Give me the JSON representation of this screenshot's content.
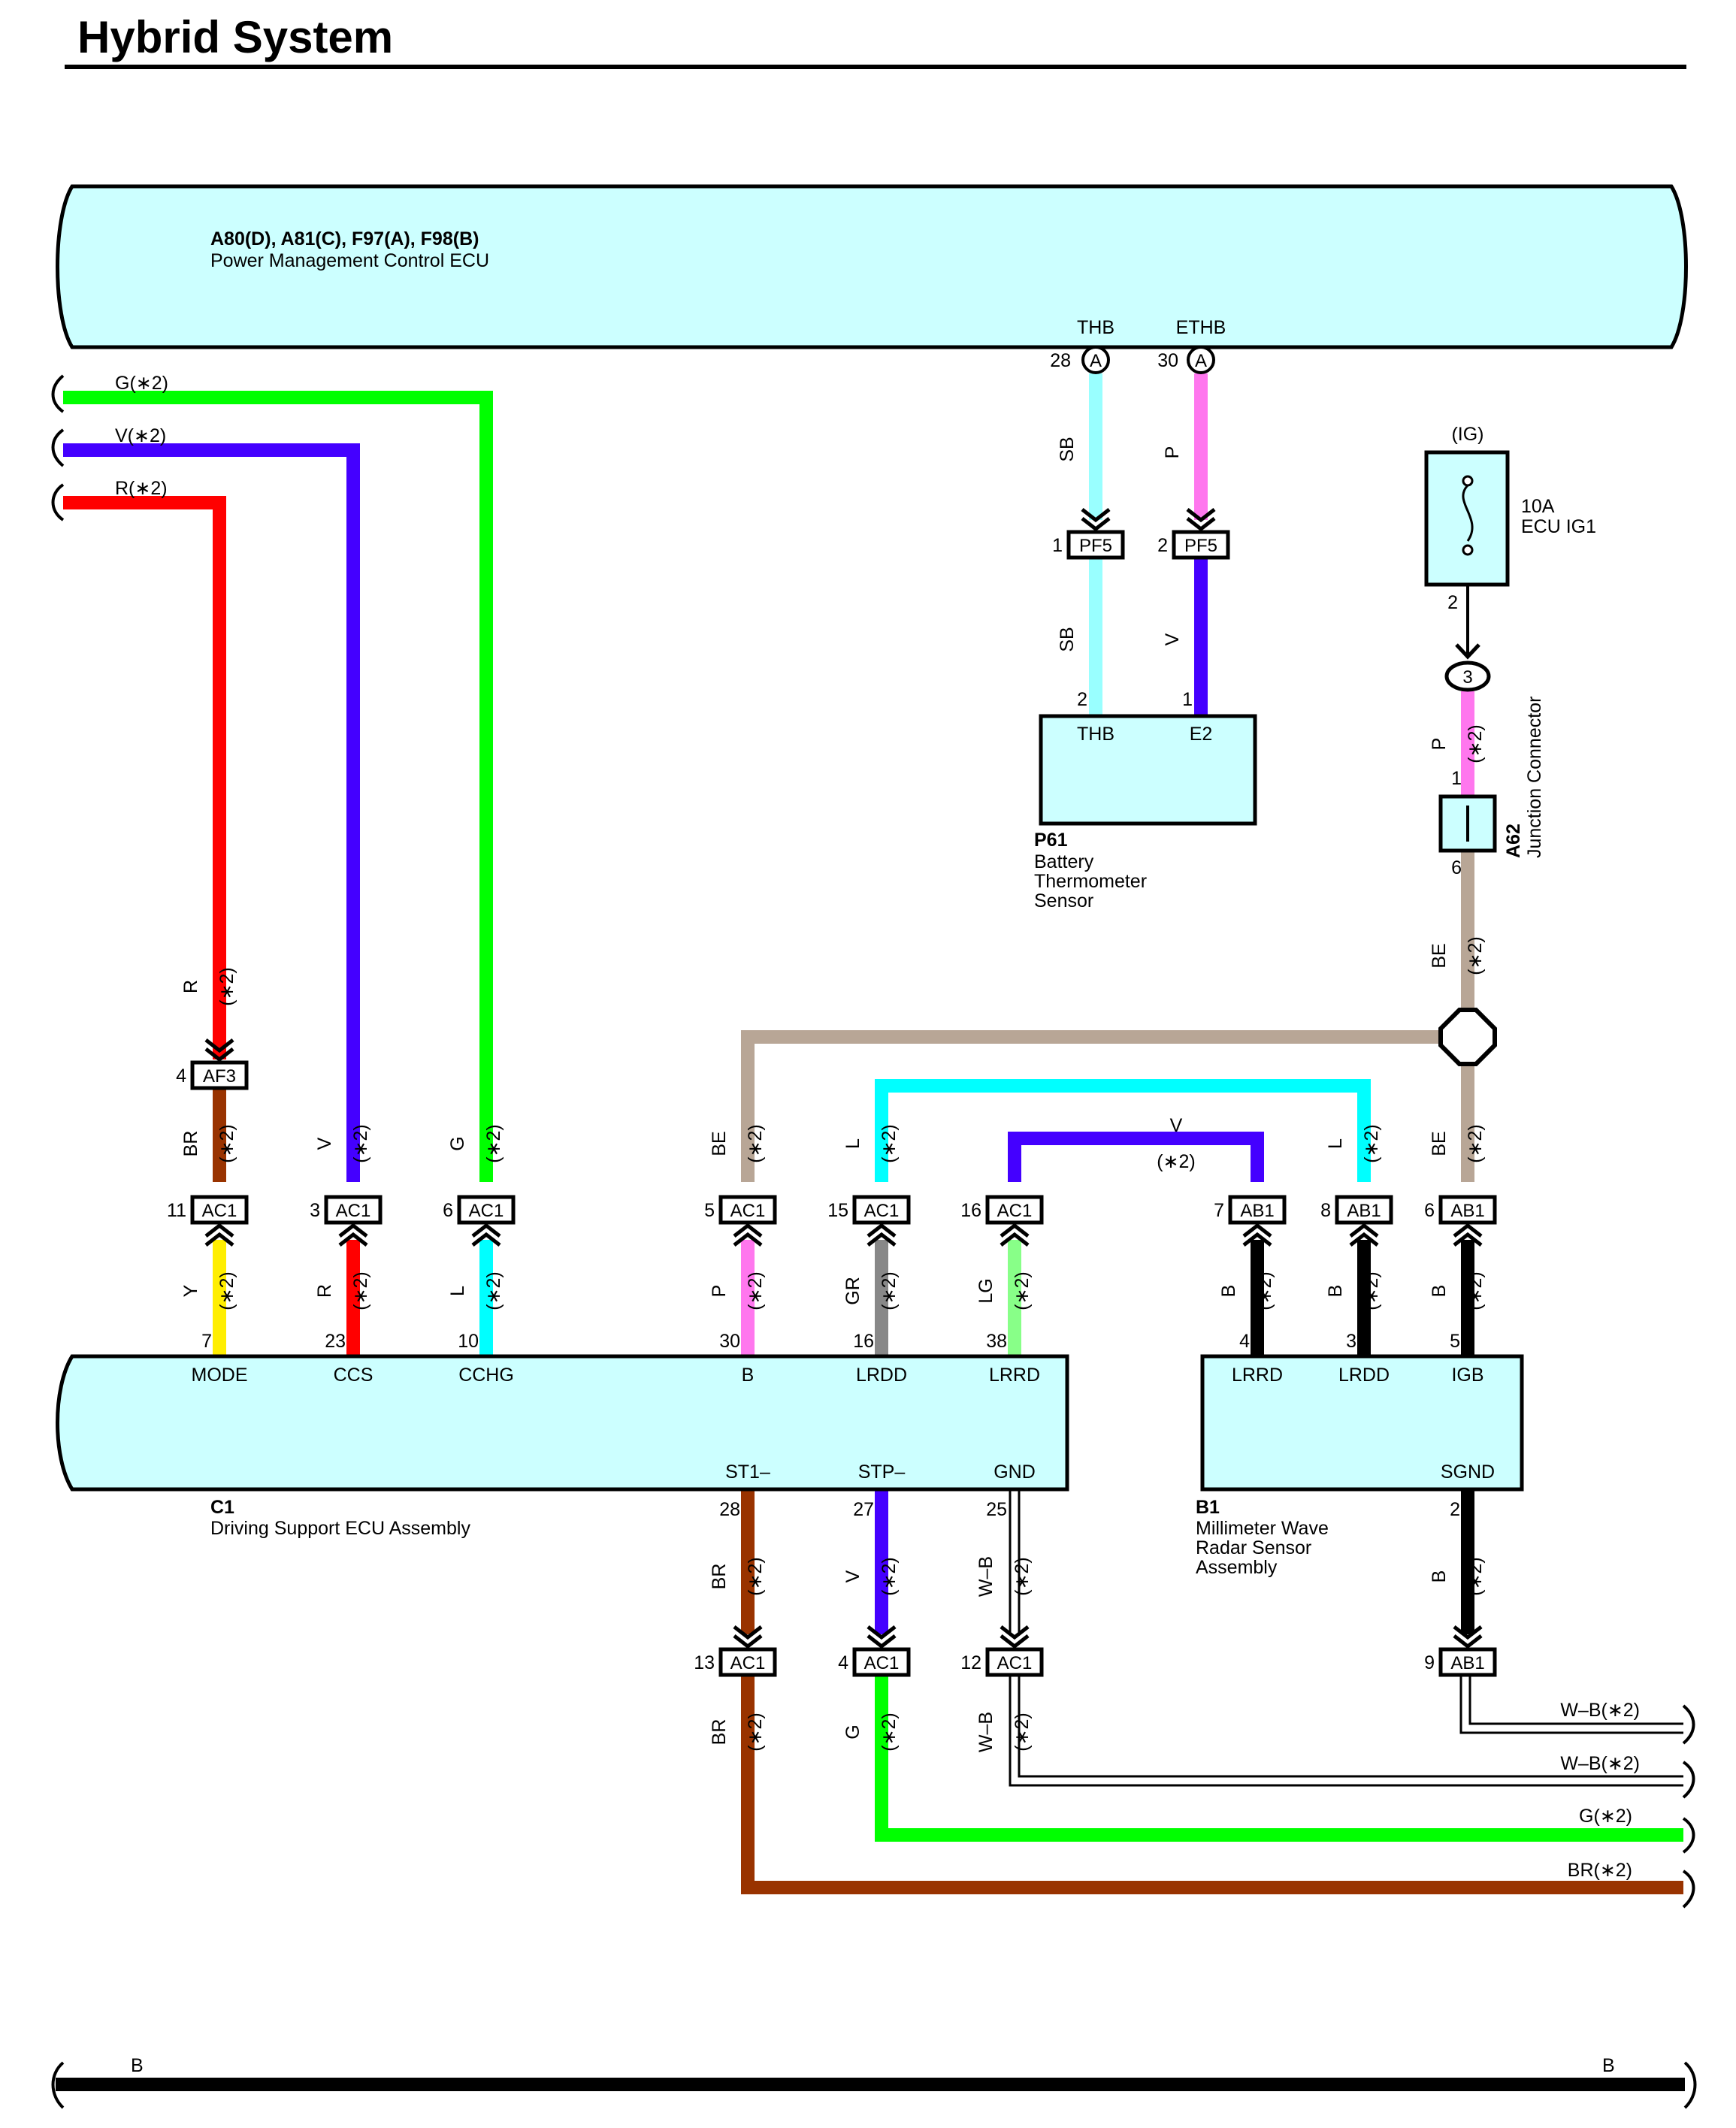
{
  "title": "Hybrid System",
  "colors": {
    "box_fill": "#ccffff",
    "wire_G": "#00ff00",
    "wire_V": "#4400ff",
    "wire_R": "#ff0000",
    "wire_SB": "#99ffff",
    "wire_P": "#ff77ee",
    "wire_L": "#00ffff",
    "wire_BR": "#993300",
    "wire_BE": "#b8a696",
    "wire_Y": "#ffee00",
    "wire_GR": "#888888",
    "wire_LG": "#88ff88",
    "wire_B": "#000000"
  },
  "components": {
    "pmc_ecu": {
      "ids": "A80(D), A81(C), F97(A), F98(B)",
      "name": "Power Management Control ECU",
      "pin_thb": "THB",
      "pin_ethb": "ETHB"
    },
    "battery_sensor": {
      "id": "P61",
      "line1": "Battery",
      "line2": "Thermometer",
      "line3": "Sensor",
      "pin_thb": "THB",
      "pin_e2": "E2"
    },
    "fuse": {
      "bus": "(IG)",
      "amp": "10A",
      "name": "ECU IG1",
      "pin": "2"
    },
    "junction": {
      "id": "A62",
      "name": "Junction Connector",
      "pin_in": "1",
      "pin_out": "6",
      "node": "3"
    },
    "driving_ecu": {
      "id": "C1",
      "name": "Driving Support ECU Assembly",
      "pins": {
        "mode": "MODE",
        "ccs": "CCS",
        "cchg": "CCHG",
        "b": "B",
        "lrdd": "LRDD",
        "lrrd": "LRRD",
        "st1": "ST1–",
        "stp": "STP–",
        "gnd": "GND"
      }
    },
    "radar": {
      "id": "B1",
      "line1": "Millimeter Wave",
      "line2": "Radar Sensor",
      "line3": "Assembly",
      "pins": {
        "lrrd": "LRRD",
        "lrdd": "LRDD",
        "igb": "IGB",
        "sgnd": "SGND"
      }
    }
  },
  "star2": "(∗2)",
  "left_wires": {
    "g": "G(∗2)",
    "v": "V(∗2)",
    "r": "R(∗2)"
  },
  "right_wires": {
    "wb1": "W–B(∗2)",
    "wb2": "W–B(∗2)",
    "g": "G(∗2)",
    "br": "BR(∗2)"
  },
  "ground_bus": {
    "left": "B",
    "right": "B"
  },
  "wire_codes": {
    "sb": "SB",
    "p": "P",
    "v": "V",
    "r": "R",
    "br": "BR",
    "g": "G",
    "l": "L",
    "be": "BE",
    "y": "Y",
    "gr": "GR",
    "lg": "LG",
    "b": "B",
    "wb": "W–B"
  },
  "connectors": {
    "pf5": "PF5",
    "af3": "AF3",
    "ac1": "AC1",
    "ab1": "AB1",
    "ecu_conn": "A"
  },
  "pins": {
    "ecu_thb": "28",
    "ecu_ethb": "30",
    "pf5_1": "1",
    "pf5_2": "2",
    "sensor_thb": "2",
    "sensor_e2": "1",
    "af3": "4",
    "ac1_mode": "11",
    "ac1_ccs": "3",
    "ac1_cchg": "6",
    "ac1_b": "5",
    "ac1_lrdd": "15",
    "ac1_lrrd": "16",
    "ab1_lrrd": "7",
    "ab1_lrdd": "8",
    "ab1_igb": "6",
    "c1_mode": "7",
    "c1_ccs": "23",
    "c1_cchg": "10",
    "c1_b": "30",
    "c1_lrdd": "16",
    "c1_lrrd": "38",
    "b1_lrrd": "4",
    "b1_lrdd": "3",
    "b1_igb": "5",
    "c1_st1": "28",
    "c1_stp": "27",
    "c1_gnd": "25",
    "b1_sgnd": "2",
    "ac1_st1": "13",
    "ac1_stp": "4",
    "ac1_gnd": "12",
    "ab1_sgnd": "9"
  }
}
